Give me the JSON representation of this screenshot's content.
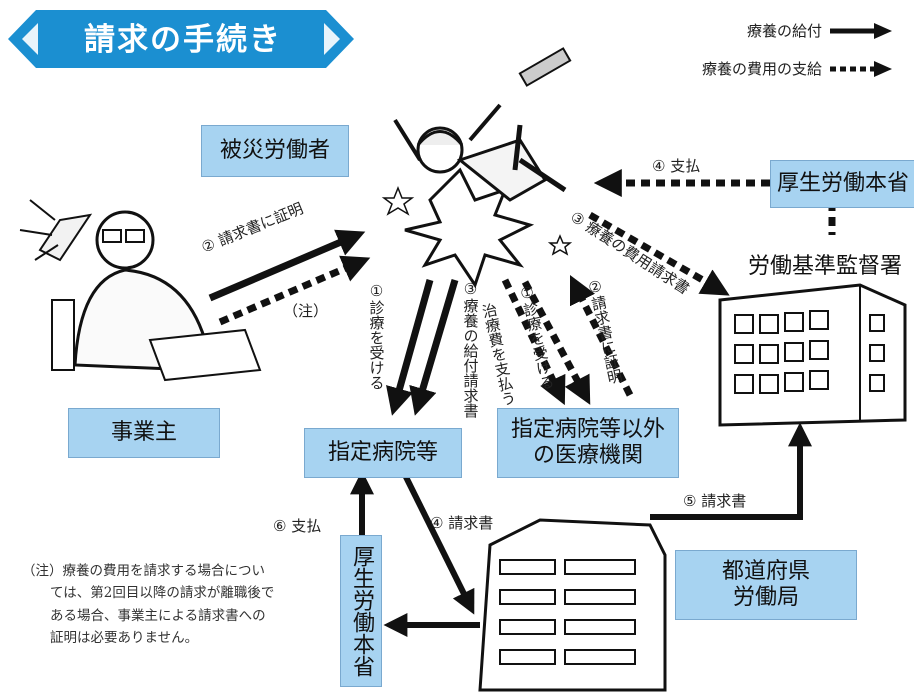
{
  "title": "請求の手続き",
  "legend": {
    "benefit": "療養の給付",
    "cost": "療養の費用の支給"
  },
  "entities": {
    "worker": "被災労働者",
    "employer": "事業主",
    "designated_hospital": "指定病院等",
    "other_medical_line1": "指定病院等以外",
    "other_medical_line2": "の医療機関",
    "mhlw": "厚生労働本省",
    "labor_office": "労働基準監督署",
    "prefecture_line1": "都道府県",
    "prefecture_line2": "労働局",
    "mhlw_vertical": "厚生労働本省"
  },
  "labels": {
    "employer_certify": "② 請求書に証明",
    "employer_note": "（注）",
    "receive_treatment": "①診療を受ける",
    "benefit_claim": "③療養の給付請求書",
    "other_receive": "①診療を受ける",
    "other_pay": "治療費を支払う",
    "other_certify": "②請求書に証明",
    "cost_claim": "③ 療養の費用請求書",
    "payment_top": "④ 支払",
    "hospital_claim": "④ 請求書",
    "prefecture_claim": "⑤ 請求書",
    "payment_bottom": "⑥ 支払"
  },
  "note": {
    "line1": "（注）療養の費用を請求する場合につい",
    "line2": "ては、第2回目以降の請求が離職後で",
    "line3": "ある場合、事業主による請求書への",
    "line4": "証明は必要ありません。"
  }
}
